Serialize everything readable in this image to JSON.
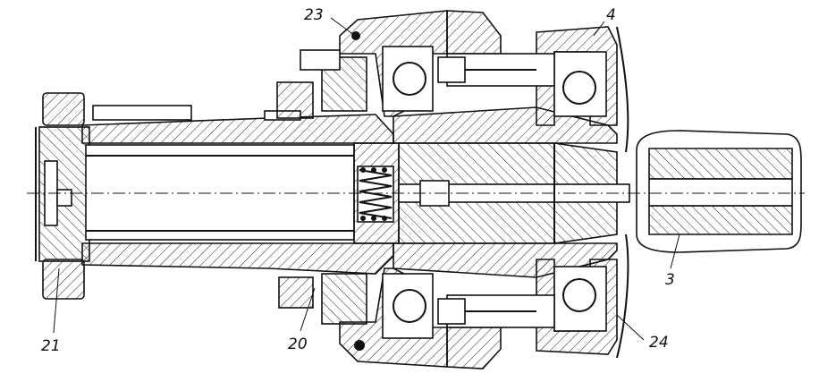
{
  "drawing": {
    "callouts": [
      {
        "id": "c23",
        "text": "23"
      },
      {
        "id": "c4",
        "text": "4"
      },
      {
        "id": "c3",
        "text": "3"
      },
      {
        "id": "c21",
        "text": "21"
      },
      {
        "id": "c20",
        "text": "20"
      },
      {
        "id": "c24",
        "text": "24"
      }
    ]
  }
}
